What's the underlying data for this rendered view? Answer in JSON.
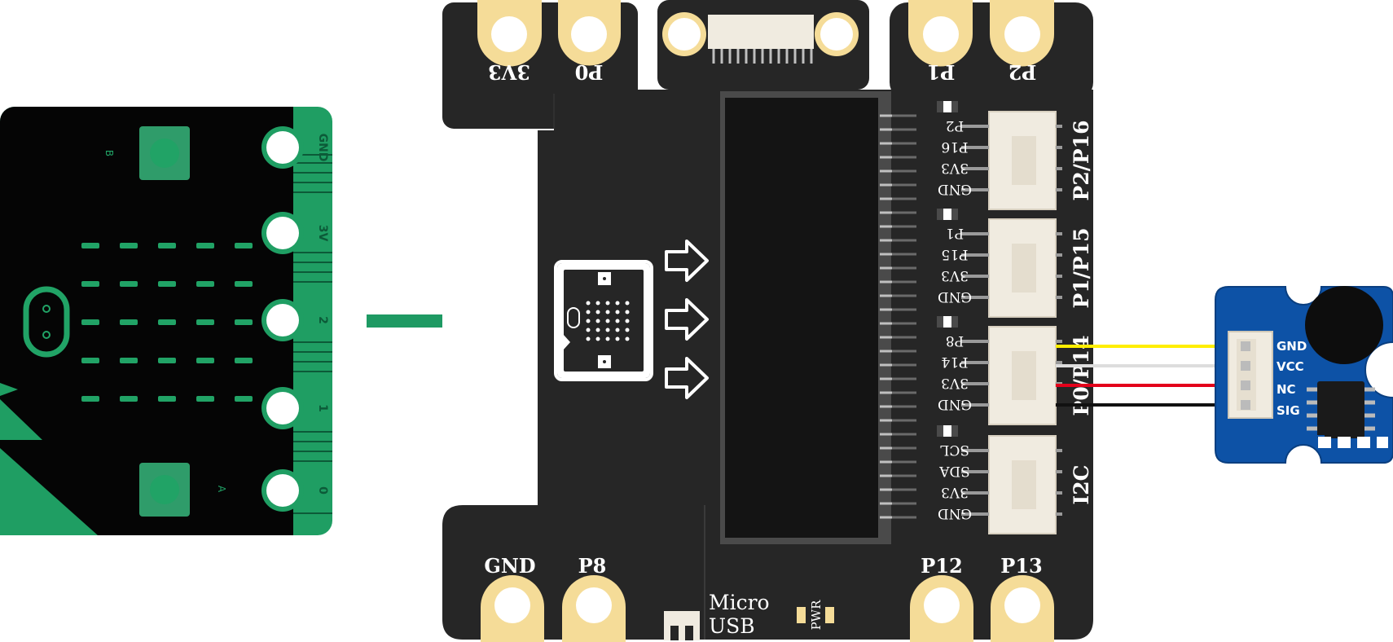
{
  "microbit": {
    "edge_labels": [
      "GND",
      "3V",
      "2",
      "1",
      "0"
    ],
    "button_a": "A",
    "button_b": "B"
  },
  "board": {
    "top_pins": [
      "3V3",
      "P0",
      "P1",
      "P2"
    ],
    "bottom_pins": [
      "GND",
      "P8",
      "P12",
      "P13"
    ],
    "usb_label": [
      "Micro",
      "USB"
    ],
    "pwr_label": "PWR",
    "connectors": [
      {
        "title": "P2/P16",
        "pins": [
          "P2",
          "P16",
          "3V3",
          "GND"
        ]
      },
      {
        "title": "P1/P15",
        "pins": [
          "P1",
          "P15",
          "3V3",
          "GND"
        ]
      },
      {
        "title": "P0/P14",
        "pins": [
          "P8",
          "P14",
          "3V3",
          "GND"
        ]
      },
      {
        "title": "I2C",
        "pins": [
          "SCL",
          "SDA",
          "3V3",
          "GND"
        ]
      }
    ]
  },
  "module": {
    "pins": [
      "GND",
      "VCC",
      "NC",
      "SIG"
    ]
  },
  "colors": {
    "microbit_green": "#21a366",
    "arrow_green": "#1e9a63",
    "board_black": "#262626",
    "pad_gold": "#f5dc98",
    "module_blue": "#0d52a6",
    "wire_yellow": "#ffee00",
    "wire_white": "#dddddd",
    "wire_red": "#e3001b",
    "wire_black": "#111111"
  }
}
